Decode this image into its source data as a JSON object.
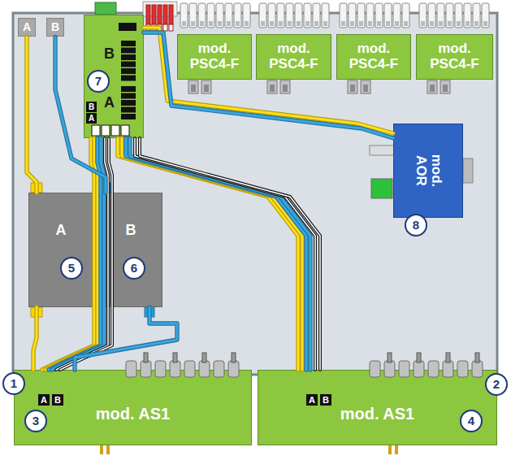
{
  "diagram": {
    "nodes": [
      {
        "text": [
          "A"
        ]
      },
      {
        "text": [
          "B"
        ]
      },
      {
        "text": [
          "B",
          "A",
          "B",
          "A"
        ]
      },
      {
        "text": [
          "mod. PSC4-F"
        ]
      },
      {
        "text": [
          "mod. PSC4-F"
        ]
      },
      {
        "text": [
          "mod. PSC4-F"
        ]
      },
      {
        "text": [
          "mod. PSC4-F"
        ]
      },
      {
        "text": [
          "A"
        ]
      },
      {
        "text": [
          "B"
        ]
      },
      {
        "text": [
          "mod. AOR"
        ]
      },
      {
        "text": [
          "mod. AS1"
        ]
      },
      {
        "text": [
          "mod. AS1"
        ]
      }
    ],
    "edges": [
      {
        "from": 2,
        "to": 10,
        "arrow": "none"
      },
      {
        "from": 2,
        "to": 11,
        "arrow": "none"
      },
      {
        "from": 2,
        "to": 9,
        "arrow": "none"
      },
      {
        "from": 0,
        "to": 7,
        "arrow": "none"
      },
      {
        "from": 1,
        "to": 8,
        "arrow": "none"
      },
      {
        "from": 7,
        "to": 10,
        "arrow": "none"
      },
      {
        "from": 8,
        "to": 10,
        "arrow": "none"
      }
    ],
    "labels": [
      "7",
      "8",
      "5",
      "6",
      "A",
      "B",
      "A",
      "B",
      "1",
      "2",
      "3",
      "4"
    ]
  }
}
